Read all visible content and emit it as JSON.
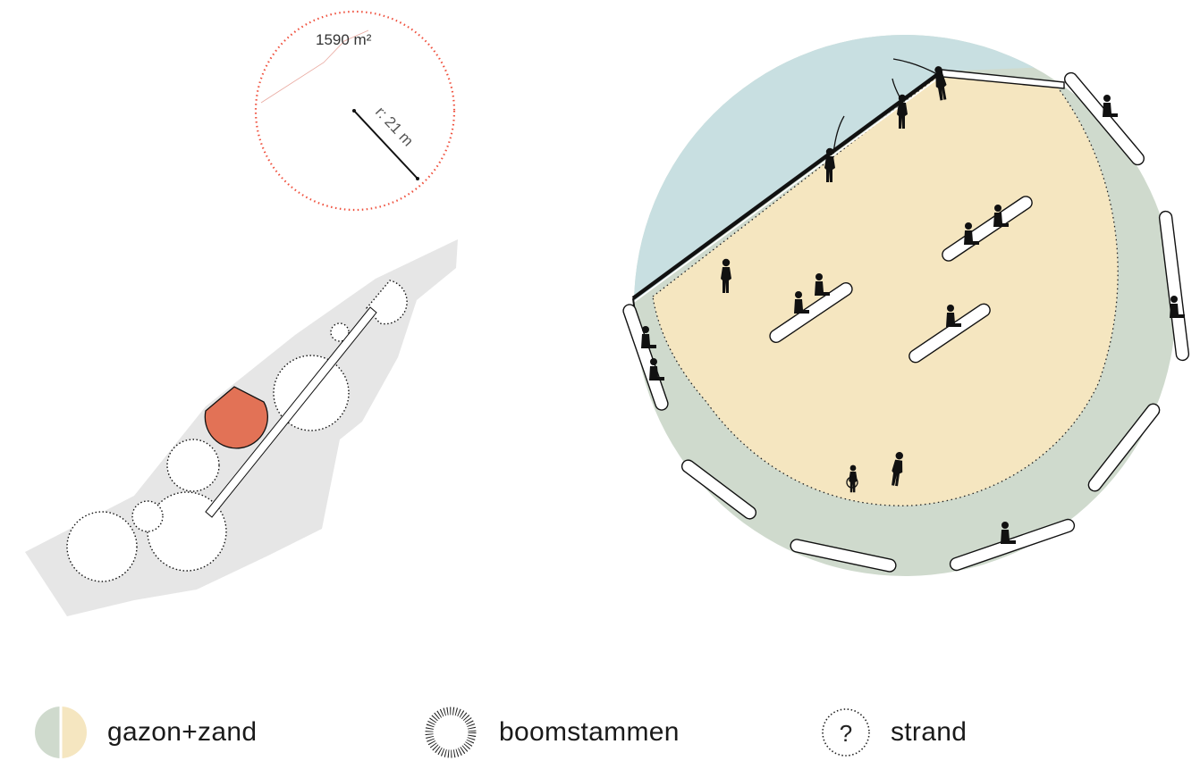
{
  "annotations": {
    "area": "1590 m²",
    "radius": "r: 21 m"
  },
  "legend": [
    {
      "icon": "split-circle-grass-sand-icon",
      "label": "gazon+zand"
    },
    {
      "icon": "hatched-circle-tree-trunks-icon",
      "label": "boomstammen"
    },
    {
      "icon": "question-circle-beach-icon",
      "label": "strand",
      "symbol": "?"
    }
  ],
  "colors": {
    "water": "#c8dfe1",
    "grass": "#cfdacd",
    "sand": "#f5e6c0",
    "highlight": "#e27256",
    "siteGrey": "#e6e6e6",
    "dottedRed": "#ef4f3c",
    "silhouette": "#111111"
  }
}
